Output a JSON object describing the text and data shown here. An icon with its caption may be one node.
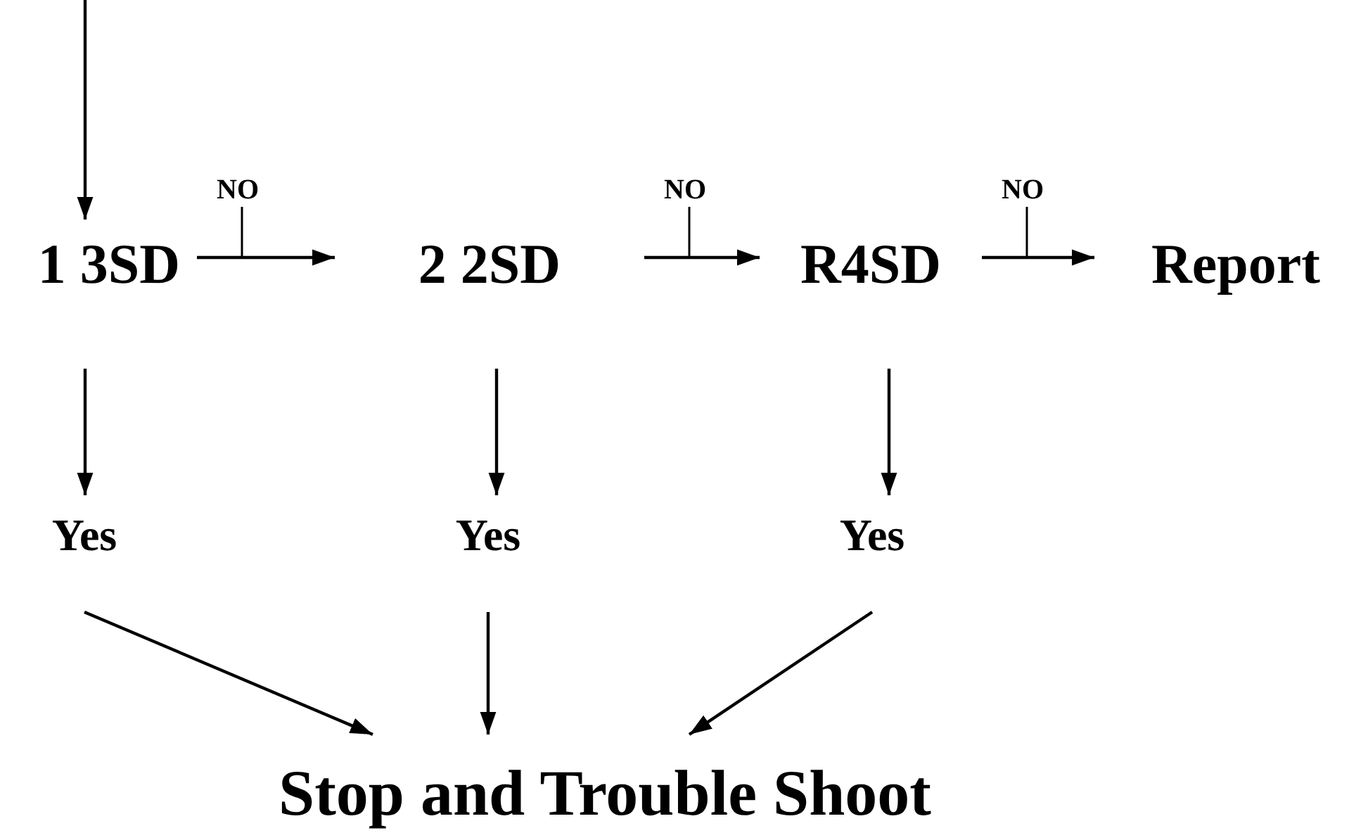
{
  "diagram": {
    "nodes": [
      {
        "text": [
          "1 3SD"
        ]
      },
      {
        "text": [
          "2 2SD"
        ]
      },
      {
        "text": [
          "R4SD"
        ]
      },
      {
        "text": [
          "Report"
        ]
      },
      {
        "text": [
          "Yes"
        ]
      },
      {
        "text": [
          "Yes"
        ]
      },
      {
        "text": [
          "Yes"
        ]
      },
      {
        "text": [
          "Stop and Trouble Shoot"
        ]
      }
    ],
    "edges": [
      {
        "from": null,
        "to": 0,
        "arrow": "to"
      },
      {
        "from": 0,
        "to": 1,
        "arrow": "to",
        "label": "NO"
      },
      {
        "from": 1,
        "to": 2,
        "arrow": "to",
        "label": "NO"
      },
      {
        "from": 2,
        "to": 3,
        "arrow": "to",
        "label": "NO"
      },
      {
        "from": 0,
        "to": 4,
        "arrow": "to"
      },
      {
        "from": 1,
        "to": 5,
        "arrow": "to"
      },
      {
        "from": 2,
        "to": 6,
        "arrow": "to"
      },
      {
        "from": 4,
        "to": 7,
        "arrow": "to"
      },
      {
        "from": 5,
        "to": 7,
        "arrow": "to"
      },
      {
        "from": 6,
        "to": 7,
        "arrow": "to"
      }
    ]
  }
}
